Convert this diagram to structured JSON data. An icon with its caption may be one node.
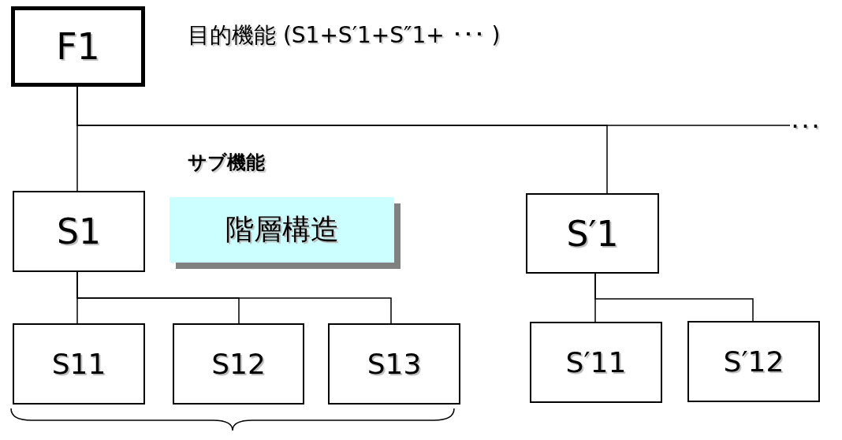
{
  "diagram": {
    "nodes": [
      {
        "text": [
          "F1"
        ]
      },
      {
        "text": [
          "S1"
        ]
      },
      {
        "text": [
          "S′1"
        ]
      },
      {
        "text": [
          "S11"
        ]
      },
      {
        "text": [
          "S12"
        ]
      },
      {
        "text": [
          "S13"
        ]
      },
      {
        "text": [
          "S′11"
        ]
      },
      {
        "text": [
          "S′12"
        ]
      },
      {
        "text": [
          "階層構造"
        ]
      },
      {
        "text": [
          "･･･"
        ]
      }
    ],
    "edges": [
      {
        "from": 0,
        "to": 1,
        "arrow": "none"
      },
      {
        "from": 0,
        "to": 2,
        "arrow": "none"
      },
      {
        "from": 0,
        "to": 9,
        "arrow": "none"
      },
      {
        "from": 1,
        "to": 3,
        "arrow": "none"
      },
      {
        "from": 1,
        "to": 4,
        "arrow": "none"
      },
      {
        "from": 1,
        "to": 5,
        "arrow": "none"
      },
      {
        "from": 2,
        "to": 6,
        "arrow": "none"
      },
      {
        "from": 2,
        "to": 7,
        "arrow": "none"
      }
    ],
    "labels": [
      "目的機能 (S1+S′1+S″1+ ･･･ )",
      "サブ機能"
    ]
  }
}
